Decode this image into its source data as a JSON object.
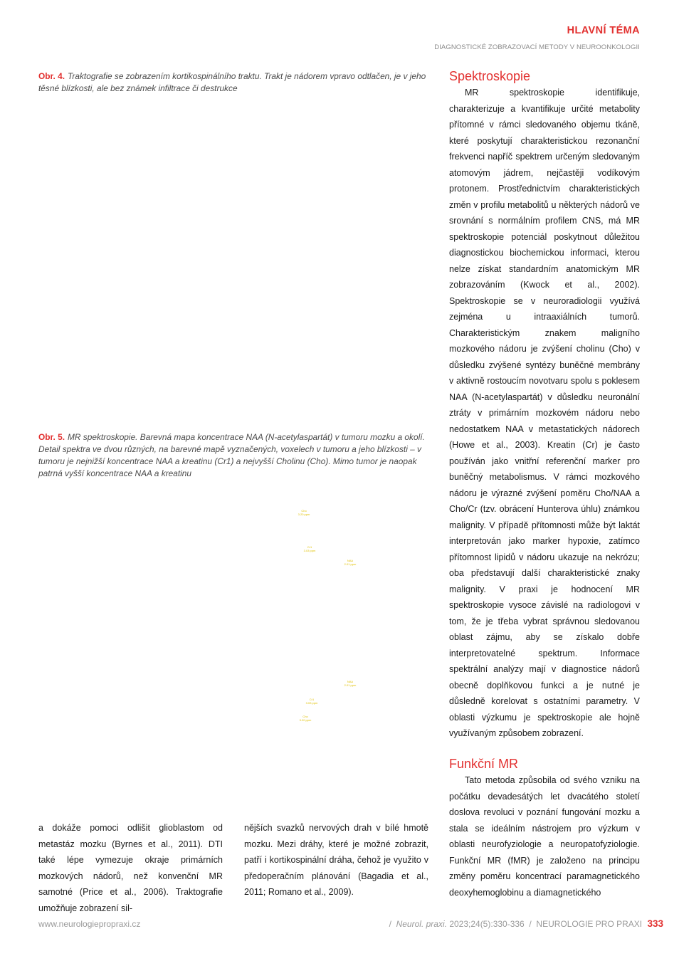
{
  "header": {
    "topic": "HLAVNÍ TÉMA",
    "subtitle": "DIAGNOSTICKÉ ZOBRAZOVACÍ METODY V NEUROONKOLOGII"
  },
  "figures": [
    {
      "label": "Obr. 4.",
      "caption": "Traktografie se zobrazením kortikospinálního traktu. Trakt je nádorem vpravo odtlačen, je v jeho těsné blízkosti, ale bez známek infiltrace či destrukce"
    },
    {
      "label": "Obr. 5.",
      "caption": "MR spektroskopie. Barevná mapa koncentrace NAA (N-acetylaspartát) v tumoru mozku a okolí. Detail spektra ve dvou různých, na barevné mapě vyznačených, voxelech v tumoru a jeho blízkosti – v tumoru je nejnižší koncentrace NAA a kreatinu (Cr1) a nejvyšší Cholinu (Cho). Mimo tumor je naopak patrná vyšší koncentrace NAA a kreatinu"
    }
  ],
  "spectrum_labels": [
    {
      "name": "Cho",
      "value": "3.20 ppm"
    },
    {
      "name": "Cr1",
      "value": "3.03 ppm"
    },
    {
      "name": "NAA",
      "value": "2.01 ppm"
    },
    {
      "name": "NAA",
      "value": "2.01 ppm"
    },
    {
      "name": "Cr1",
      "value": "3.03 ppm"
    },
    {
      "name": "Cho",
      "value": "3.20 ppm"
    }
  ],
  "sections": [
    {
      "heading": "Spektroskopie",
      "text": "MR spektroskopie identifikuje, charakterizuje a kvantifikuje určité metabolity přítomné v rámci sledovaného objemu tkáně, které poskytují charakteristickou rezonanční frekvenci napříč spektrem určeným sledovaným atomovým jádrem, nejčastěji vodíkovým protonem. Prostřednictvím charakteristických změn v profilu metabolitů u některých nádorů ve srovnání s normálním profilem CNS, má MR spektroskopie potenciál poskytnout důležitou diagnostickou biochemickou informaci, kterou nelze získat standardním anatomickým MR zobrazováním (Kwock et al., 2002). Spektroskopie se v neuroradiologii využívá zejména u intraaxiálních tumorů. Charakteristickým znakem maligního mozkového nádoru je zvýšení cholinu (Cho) v důsledku zvýšené syntézy buněčné membrány v aktivně rostoucím novotvaru spolu s poklesem NAA (N-acetylaspartát) v důsledku neuronální ztráty v primárním mozkovém nádoru nebo nedostatkem NAA v metastatických nádorech (Howe et al., 2003). Kreatin (Cr) je často používán jako vnitřní referenční marker pro buněčný metabolismus. V rámci mozkového nádoru je výrazné zvýšení poměru Cho/NAA a Cho/Cr (tzv. obrácení Hunterova úhlu) známkou malignity. V případě přítomnosti může být laktát interpretován jako marker hypoxie, zatímco přítomnost lipidů v nádoru ukazuje na nekrózu; oba představují další charakteristické znaky malignity. V praxi je hodnocení MR spektroskopie vysoce závislé na radiologovi v tom, že je třeba vybrat správnou sledovanou oblast zájmu, aby se získalo dobře interpretovatelné spektrum. Informace spektrální analýzy mají v diagnostice nádorů obecně doplňkovou funkci a je nutné je důsledně korelovat s ostatními parametry. V oblasti výzkumu je spektroskopie ale hojně využívaným způsobem zobrazení."
    },
    {
      "heading": "Funkční MR",
      "text": "Tato metoda způsobila od svého vzniku na počátku devadesátých let dvacátého století doslova revoluci v poznání fungování mozku a stala se ideálním nástrojem pro výzkum v oblasti neurofyziologie a neuropatofyziologie. Funkční MR (fMR) je založeno na principu změny poměru koncentrací paramagnetického deoxyhemoglobinu a diamagnetického"
    }
  ],
  "bottom_columns": [
    "a dokáže pomoci odlišit glioblastom od metastáz mozku (Byrnes et al., 2011). DTI také lépe vymezuje okraje primárních mozkových nádorů, než konvenční MR samotné (Price et al., 2006). Traktografie umožňuje zobrazení sil-",
    "nějších svazků nervových drah v bílé hmotě mozku. Mezi dráhy, které je možné zobrazit, patří i kortikospinální dráha, čehož je využito v předoperačním plánování (Bagadia et al., 2011; Romano et al., 2009)."
  ],
  "footer": {
    "website": "www.neurologiepropraxi.cz",
    "citation": "Neurol. praxi.",
    "citation_details": "2023;24(5):330-336",
    "journal": "NEUROLOGIE PRO PRAXI",
    "page": "333",
    "separator": "/"
  }
}
